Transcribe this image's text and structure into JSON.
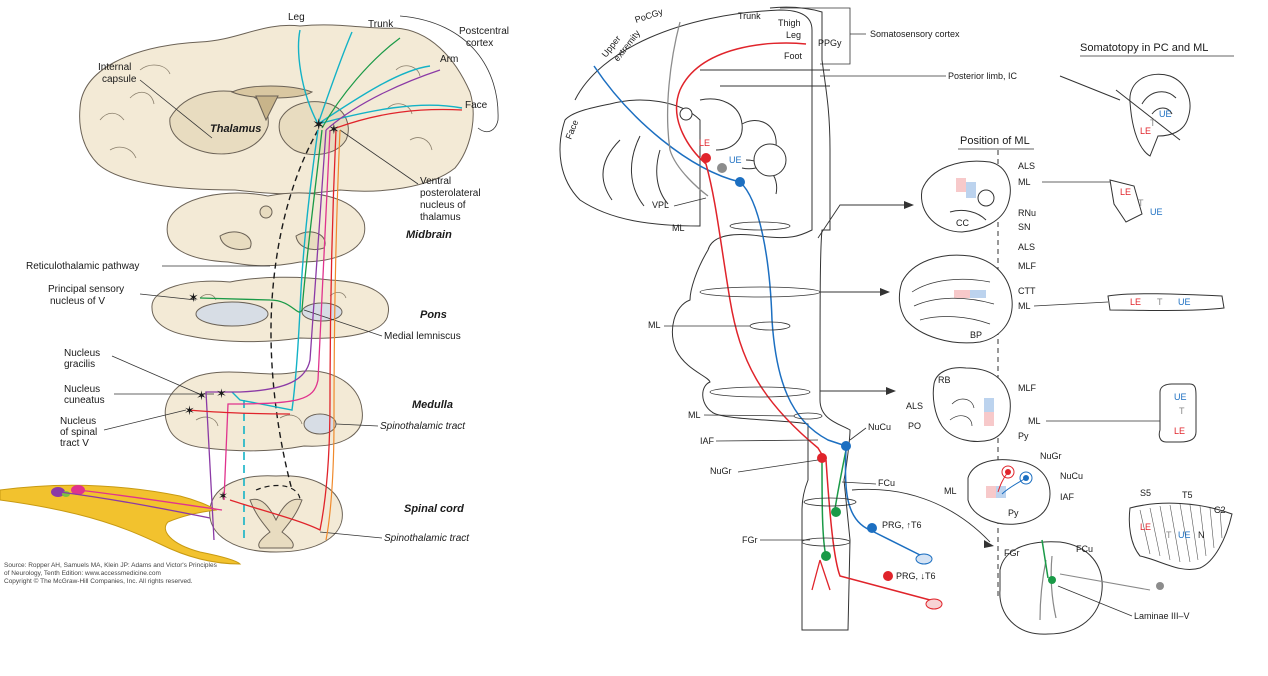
{
  "colors": {
    "red": "#e0242b",
    "blue": "#1c6fc1",
    "cyan": "#13b2c6",
    "green": "#1a9a47",
    "purple": "#8b3aa6",
    "orange": "#f08a2c",
    "yellow": "#f2c22e",
    "gray": "#8c8c8c",
    "magenta": "#e0338d",
    "ltgreen": "#7dc242"
  },
  "left": {
    "labels": {
      "leg": "Leg",
      "trunk": "Trunk",
      "postcentral": "Postcentral",
      "cortex": "cortex",
      "arm": "Arm",
      "face": "Face",
      "internal_capsule_1": "Internal",
      "internal_capsule_2": "capsule",
      "thalamus": "Thalamus",
      "vpl_1": "Ventral",
      "vpl_2": "posterolateral",
      "vpl_3": "nucleus of",
      "vpl_4": "thalamus",
      "midbrain": "Midbrain",
      "reticulothalamic": "Reticulothalamic pathway",
      "principal_1": "Principal sensory",
      "principal_2": "nucleus of V",
      "pons": "Pons",
      "medial_lemniscus": "Medial lemniscus",
      "gracilis_1": "Nucleus",
      "gracilis_2": "gracilis",
      "cuneatus_1": "Nucleus",
      "cuneatus_2": "cuneatus",
      "spinalV_1": "Nucleus",
      "spinalV_2": "of spinal",
      "spinalV_3": "tract V",
      "medulla": "Medulla",
      "spinothalamic_1": "Spinothalamic tract",
      "spinal_cord": "Spinal cord",
      "spinothalamic_2": "Spinothalamic tract"
    },
    "source_1": "Source: Ropper AH, Samuels MA, Klein JP: Adams and Victor's Principles",
    "source_2": "of Neurology, Tenth Edition: www.accessmedicine.com",
    "source_3": "Copyright © The McGraw-Hill Companies, Inc. All rights reserved."
  },
  "right": {
    "labels": {
      "pocgy": "PoCGy",
      "trunk": "Trunk",
      "thigh": "Thigh",
      "leg": "Leg",
      "foot": "Foot",
      "ppgy": "PPGy",
      "somatosensory": "Somatosensory cortex",
      "upper_1": "Upper",
      "upper_2": "extremity",
      "face": "Face",
      "posterior_limb": "Posterior limb, IC",
      "le": "LE",
      "ue": "UE",
      "vpl": "VPL",
      "ml": "ML",
      "iaf": "IAF",
      "nucu": "NuCu",
      "nugr": "NuGr",
      "fcu": "FCu",
      "fgr": "FGr",
      "prg_t6_up": "PRG, ↑T6",
      "prg_t6_down": "PRG, ↓T6"
    },
    "somatotopy_title": "Somatotopy in PC and ML",
    "somatotopy": {
      "ue": "UE",
      "t": "T",
      "le": "LE"
    },
    "position_title": "Position of ML",
    "midbrain_section": {
      "als": "ALS",
      "ml": "ML",
      "rnu": "RNu",
      "sn": "SN",
      "cc": "CC"
    },
    "pons_section": {
      "als": "ALS",
      "mlf": "MLF",
      "ctt": "CTT",
      "ml": "ML",
      "bp": "BP"
    },
    "medulla_section": {
      "rb": "RB",
      "mlf": "MLF",
      "als": "ALS",
      "ml": "ML",
      "po": "PO",
      "py": "Py"
    },
    "lower_medulla_section": {
      "nugr": "NuGr",
      "nucu": "NuCu",
      "ml": "ML",
      "iaf": "IAF",
      "py": "Py"
    },
    "spinal_section": {
      "fgr": "FGr",
      "fcu": "FCu",
      "laminae": "Laminae III–V"
    },
    "ml_shape_1": {
      "le": "LE",
      "t": "T",
      "ue": "UE"
    },
    "ml_shape_2": {
      "le": "LE",
      "t": "T",
      "ue": "UE"
    },
    "ml_shape_3": {
      "ue": "UE",
      "t": "T",
      "le": "LE"
    },
    "dermatome": {
      "s5": "S5",
      "t5": "T5",
      "c2": "C2",
      "le": "LE",
      "t": "T",
      "ue": "UE",
      "n": "N"
    }
  }
}
